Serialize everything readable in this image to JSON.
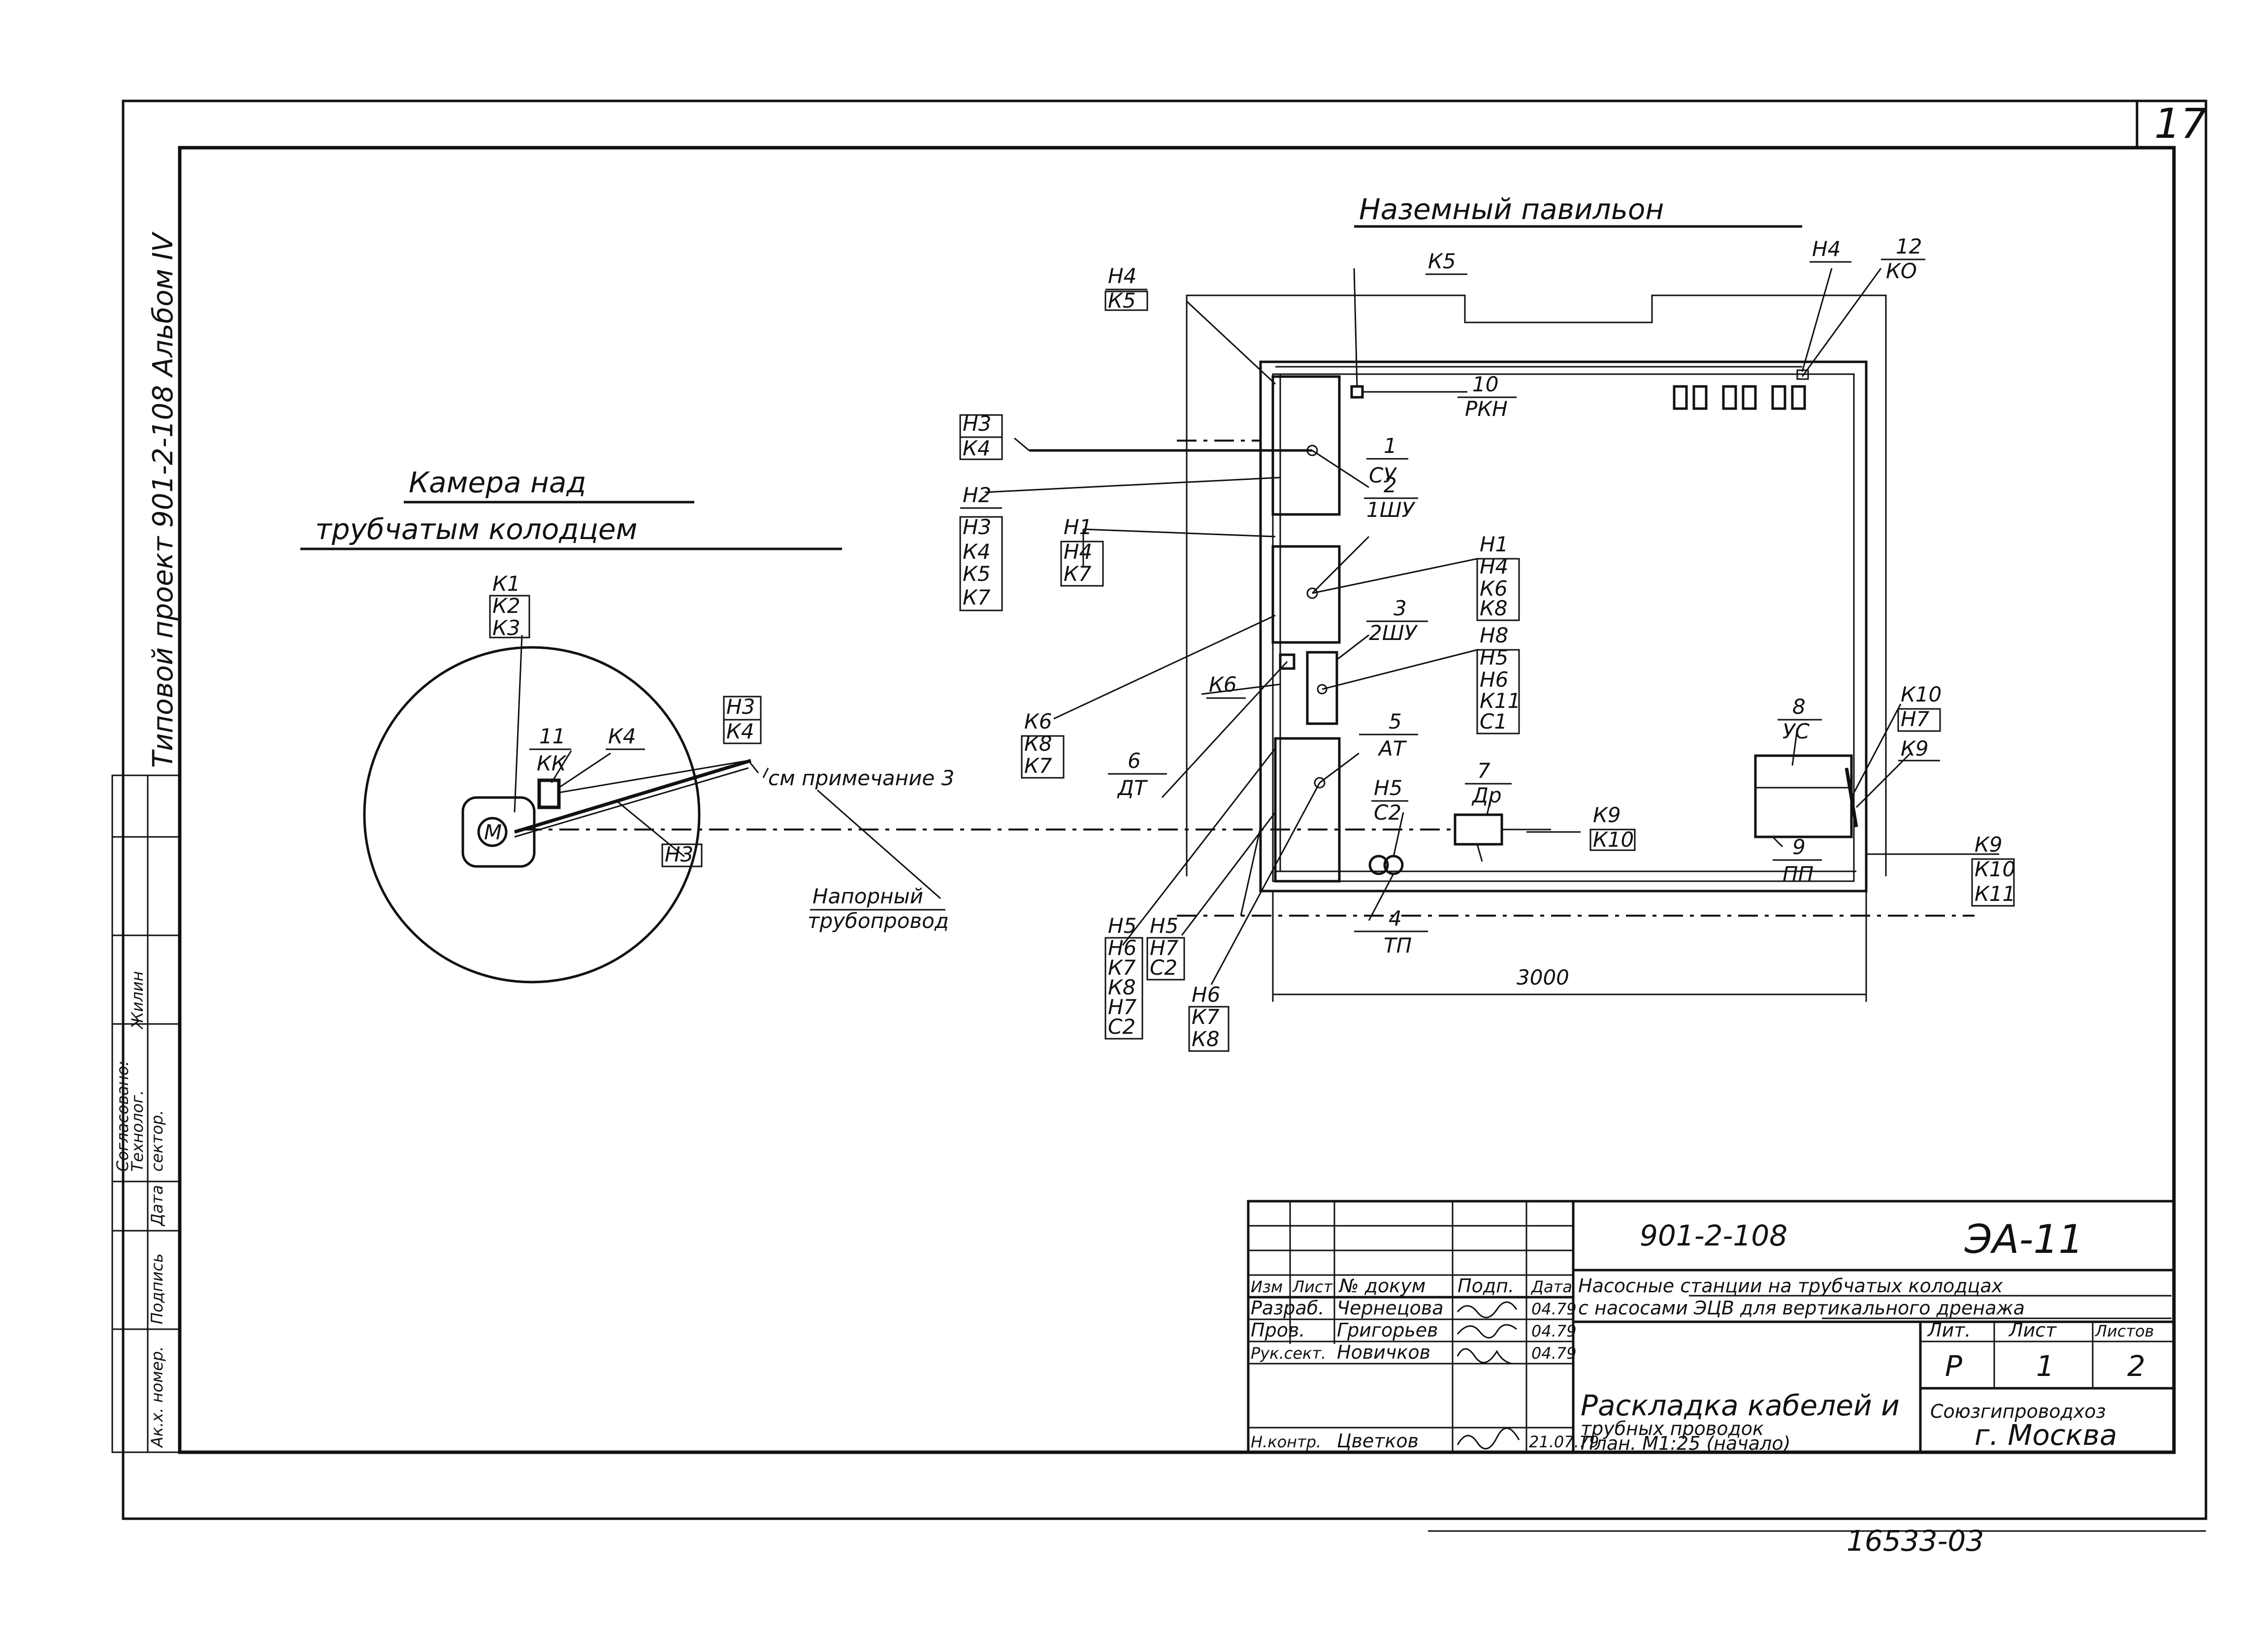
{
  "sheet": {
    "number": "17",
    "side_title": "Типовой проект 901-2-108 Альбом IV",
    "archive_number": "16533-03"
  },
  "sections": {
    "pavilion_title": "Наземный павильон",
    "chamber_title_line1": "Камера над",
    "chamber_title_line2": "трубчатым колодцем"
  },
  "equipment": [
    {
      "num": "1",
      "code": "СУ"
    },
    {
      "num": "2",
      "code": "1ШУ"
    },
    {
      "num": "3",
      "code": "2ШУ"
    },
    {
      "num": "4",
      "code": "ТП"
    },
    {
      "num": "5",
      "code": "АТ"
    },
    {
      "num": "6",
      "code": "ДТ"
    },
    {
      "num": "7",
      "code": "Др"
    },
    {
      "num": "8",
      "code": "УС"
    },
    {
      "num": "9",
      "code": "ПП"
    },
    {
      "num": "10",
      "code": "РКН"
    },
    {
      "num": "11",
      "code": "КК"
    },
    {
      "num": "12",
      "code": "КО"
    }
  ],
  "tags": {
    "h4_k5_top": [
      "Н4",
      "К5"
    ],
    "k5_top": "К5",
    "h4_top_right": "Н4",
    "h3_k4_left": [
      "Н3",
      "К4"
    ],
    "left_cluster": [
      "Н2",
      "Н3",
      "К4",
      "К5",
      "К7"
    ],
    "h1_h4_k7": [
      "Н1",
      "Н4",
      "К7"
    ],
    "right_cluster_1": [
      "Н1",
      "Н4",
      "К6",
      "К8"
    ],
    "right_cluster_2": [
      "Н8",
      "Н5",
      "Н6",
      "К11",
      "С1"
    ],
    "k6_k8_k7": [
      "К6",
      "К8",
      "К7"
    ],
    "k6_label": "К6",
    "h5_c2": [
      "Н5",
      "С2"
    ],
    "k9_k10_mid": [
      "К9",
      "К10"
    ],
    "k10_h7_k9": [
      "К10",
      "Н7",
      "К9"
    ],
    "k9_k10_k11": [
      "К9",
      "К10",
      "К11"
    ],
    "bottom_col_a": [
      "Н5",
      "Н6",
      "К7",
      "К8",
      "Н7",
      "С2"
    ],
    "bottom_col_b": [
      "Н5",
      "Н7",
      "С2"
    ],
    "bottom_col_c": [
      "Н6",
      "К7",
      "К8"
    ],
    "chamber_k1_k2_k3": [
      "К1",
      "К2",
      "К3"
    ],
    "chamber_k4": "К4",
    "chamber_h3_k4": [
      "Н3",
      "К4"
    ],
    "chamber_h3": "Н3",
    "motor": "М"
  },
  "annotations": {
    "see_note": "см примечание 3",
    "pipe_line1": "Напорный",
    "pipe_line2": "трубопровод",
    "dimension": "3000"
  },
  "approvals": {
    "agreed": "Согласовано:",
    "row1_role": "Технолог.",
    "row1_name": "Жилин",
    "row2_role": "сектор.",
    "col_num": "Ак.х. номер.",
    "col_sign": "Подпись",
    "col_date": "Дата"
  },
  "title_block": {
    "project_code": "901-2-108",
    "sheet_code": "ЭА-11",
    "description_line1": "Насосные станции на трубчатых колодцах",
    "description_line2": "с насосами ЭЦВ для вертикального дренажа",
    "drawing_line1": "Раскладка кабелей и",
    "drawing_line2": "трубных проводок",
    "drawing_line3": "План. М1:25 (начало)",
    "org_line1": "Союзгипроводхоз",
    "org_line2": "г. Москва",
    "headers": [
      "Изм",
      "Лист",
      "№ докум",
      "Подп.",
      "Дата"
    ],
    "stage_headers": [
      "Лит.",
      "Лист",
      "Листов"
    ],
    "stage_values": [
      "Р",
      "1",
      "2"
    ],
    "people": [
      {
        "role": "Разраб.",
        "name": "Чернецова",
        "date": "04.79"
      },
      {
        "role": "Пров.",
        "name": "Григорьев",
        "date": "04.79"
      },
      {
        "role": "Рук.сект.",
        "name": "Новичков",
        "date": "04.79"
      },
      {
        "role": "Н.контр.",
        "name": "Цветков",
        "date": "21.07.79"
      }
    ]
  }
}
